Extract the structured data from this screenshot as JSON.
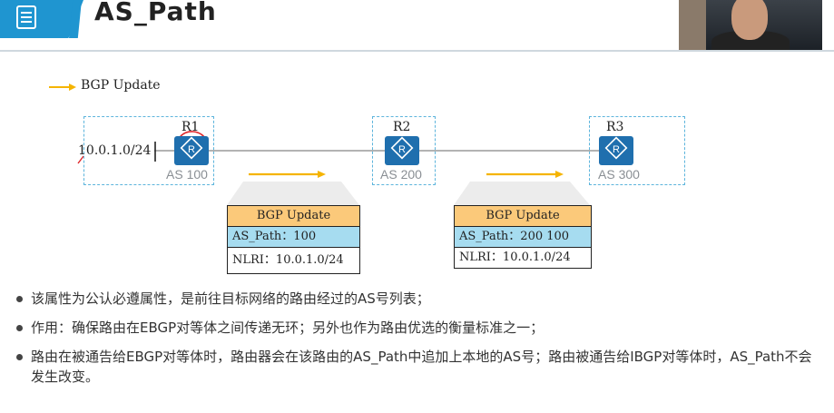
{
  "header": {
    "title": "AS_Path"
  },
  "legend": {
    "label": "BGP Update",
    "arrow_color": "#f5b400"
  },
  "network": {
    "prefix": "10.0.1.0/24",
    "routers": [
      {
        "name": "R1",
        "as": "AS 100"
      },
      {
        "name": "R2",
        "as": "AS 200"
      },
      {
        "name": "R3",
        "as": "AS 300"
      }
    ]
  },
  "updates": [
    {
      "header": "BGP Update",
      "as_path": "AS_Path：100",
      "nlri": "NLRI：10.0.1.0/24"
    },
    {
      "header": "BGP Update",
      "as_path": "AS_Path：200 100",
      "nlri": "NLRI：10.0.1.0/24"
    }
  ],
  "bullets": [
    "该属性为公认必遵属性，是前往目标网络的路由经过的AS号列表；",
    "作用：确保路由在EBGP对等体之间传递无环；另外也作为路由优选的衡量标准之一；",
    "路由在被通告给EBGP对等体时，路由器会在该路由的AS_Path中追加上本地的AS号；路由被通告给IBGP对等体时，AS_Path不会发生改变。"
  ],
  "colors": {
    "accent": "#1f95d0",
    "router": "#1f6fae",
    "update_header": "#fbc97a",
    "as_path_row": "#a6dcf0",
    "dashed_border": "#5cb4dc",
    "annotation_red": "#e0262a"
  }
}
